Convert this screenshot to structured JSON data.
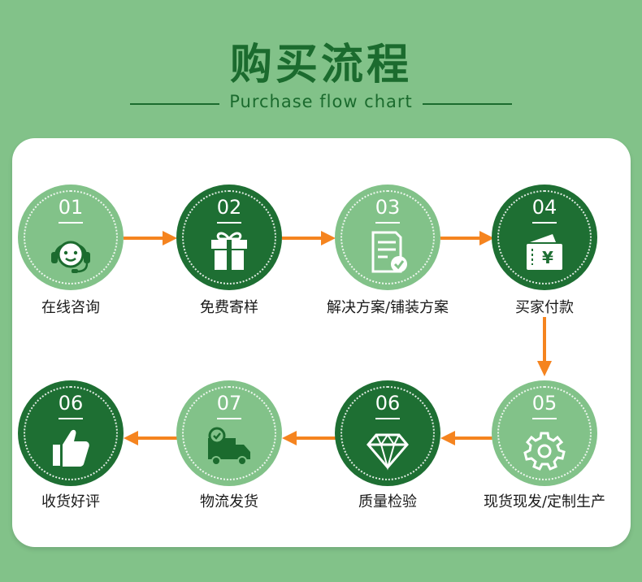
{
  "header": {
    "title": "购买流程",
    "subtitle": "Purchase flow chart"
  },
  "colors": {
    "background": "#82c289",
    "dark_green": "#1e6f33",
    "light_green": "#82c289",
    "arrow": "#f5841f",
    "card": "#ffffff"
  },
  "steps": [
    {
      "num": "01",
      "label": "在线咨询",
      "icon": "headset-person-icon",
      "style": "light"
    },
    {
      "num": "02",
      "label": "免费寄样",
      "icon": "gift-box-icon",
      "style": "dark"
    },
    {
      "num": "03",
      "label": "解决方案/铺装方案",
      "icon": "document-check-icon",
      "style": "light"
    },
    {
      "num": "04",
      "label": "买家付款",
      "icon": "yen-payment-icon",
      "style": "dark"
    },
    {
      "num": "05",
      "label": "现货现发/定制生产",
      "icon": "gear-icon",
      "style": "light"
    },
    {
      "num": "06",
      "label": "质量检验",
      "icon": "diamond-icon",
      "style": "dark"
    },
    {
      "num": "07",
      "label": "物流发货",
      "icon": "delivery-truck-icon",
      "style": "light"
    },
    {
      "num": "06",
      "label": "收货好评",
      "icon": "thumbs-up-icon",
      "style": "dark"
    }
  ]
}
